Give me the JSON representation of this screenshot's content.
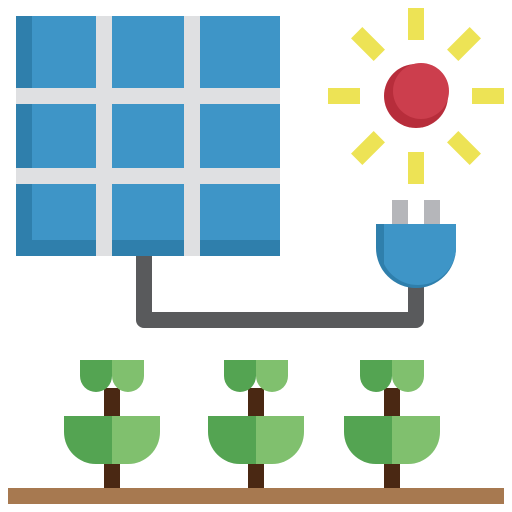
{
  "icon": {
    "name": "solar-powered-agriculture-icon",
    "parts": [
      "solar-panel-icon",
      "sun-icon",
      "plug-icon",
      "cable",
      "plant-icon",
      "ground"
    ]
  },
  "colors": {
    "panel_cell": "#3e95c7",
    "panel_cell_shade": "#2f7fac",
    "panel_frame": "#dfe0e2",
    "sun": "#cc3e4d",
    "sun_shade": "#b72d3b",
    "sun_rays": "#ede355",
    "plug_body": "#3e95c7",
    "plug_shade": "#2f7fac",
    "plug_prongs": "#b5b6ba",
    "cable": "#595a5c",
    "leaf_dark": "#54a452",
    "leaf_light": "#80c06e",
    "stem": "#4a2813",
    "ground": "#a77950"
  },
  "plants": [
    {
      "id": "plant-left"
    },
    {
      "id": "plant-middle"
    },
    {
      "id": "plant-right"
    }
  ]
}
